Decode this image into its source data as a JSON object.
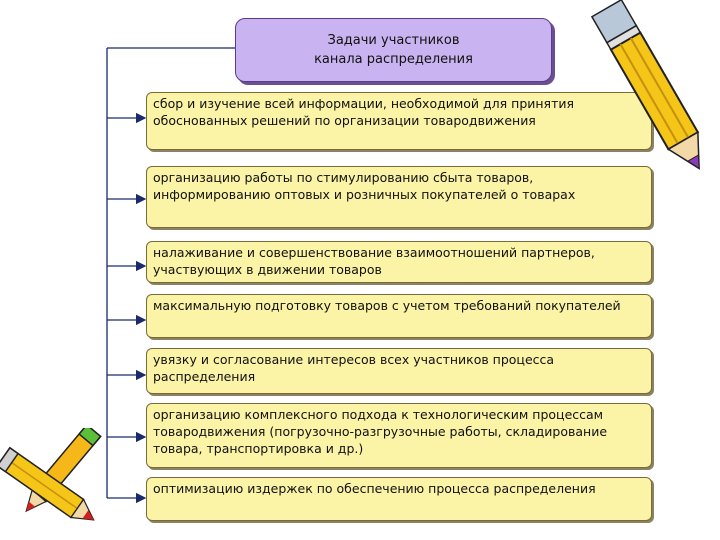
{
  "title": {
    "line1": "Задачи участников",
    "line2": "канала распределения"
  },
  "tasks": [
    "сбор и изучение всей информации, необходимой для принятия обоснованных решений по организации товародвижения",
    "организацию работы по стимулированию сбыта товаров, информированию оптовых и розничных покупателей о товарах",
    "налаживание и совершенствование взаимоотношений партнеров, участвующих в движении товаров",
    "максимальную подготовку товаров с учетом требований покупателей",
    "увязку и согласование интересов всех участников процесса распределения",
    "организацию комплексного подхода к технологическим процессам товародвижения (погрузочно-разгрузочные работы, складирование товара, транспортировка и др.)",
    "оптимизацию издержек по обеспечению процесса распределения"
  ],
  "colors": {
    "title_fill": "#c9b3f0",
    "task_fill": "#fbf3a6",
    "connector": "#1a2a6a"
  },
  "decorations": [
    "pencil-right-icon",
    "pencils-left-icon"
  ]
}
